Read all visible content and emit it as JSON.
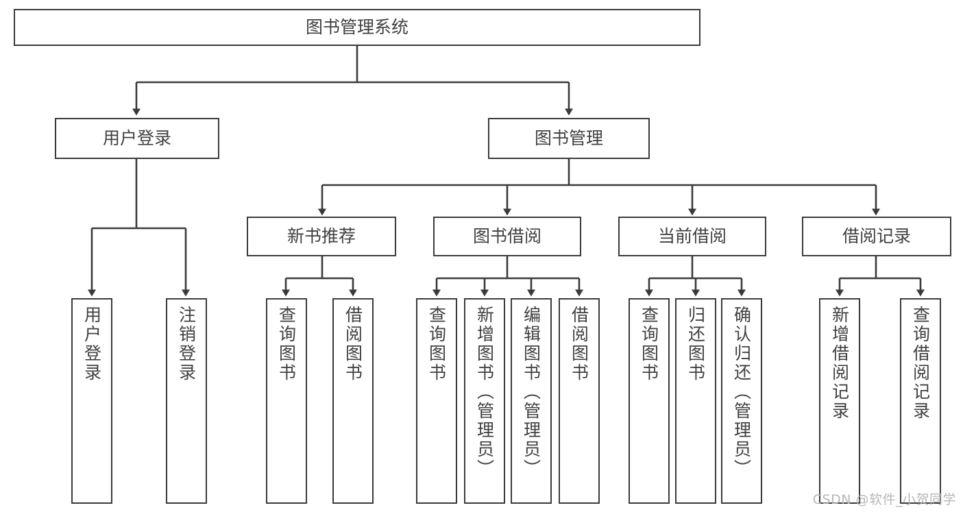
{
  "diagram": {
    "title": "图书管理系统",
    "type": "tree-hierarchy-chart",
    "colors": {
      "stroke": "#3a3a3a",
      "box_fill": "#ffffff",
      "text": "#404040",
      "background": "#ffffff",
      "watermark": "#b6b6b6"
    },
    "root": {
      "label": "图书管理系统"
    },
    "level2": [
      {
        "label": "用户登录"
      },
      {
        "label": "图书管理"
      }
    ],
    "level3": [
      {
        "label": "新书推荐"
      },
      {
        "label": "图书借阅"
      },
      {
        "label": "当前借阅"
      },
      {
        "label": "借阅记录"
      }
    ],
    "leaves": {
      "user_login": [
        {
          "label": "用户登录"
        },
        {
          "label": "注销登录"
        }
      ],
      "new_book_recommend": [
        {
          "label": "查询图书"
        },
        {
          "label": "借阅图书"
        }
      ],
      "book_borrow": [
        {
          "label": "查询图书"
        },
        {
          "label": "新增图书（管理员）"
        },
        {
          "label": "编辑图书（管理员）"
        },
        {
          "label": "借阅图书"
        }
      ],
      "current_borrow": [
        {
          "label": "查询图书"
        },
        {
          "label": "归还图书"
        },
        {
          "label": "确认归还（管理员）"
        }
      ],
      "borrow_record": [
        {
          "label": "新增借阅记录"
        },
        {
          "label": "查询借阅记录"
        }
      ]
    }
  },
  "watermark": {
    "text": "CSDN @软件_小贺同学"
  }
}
